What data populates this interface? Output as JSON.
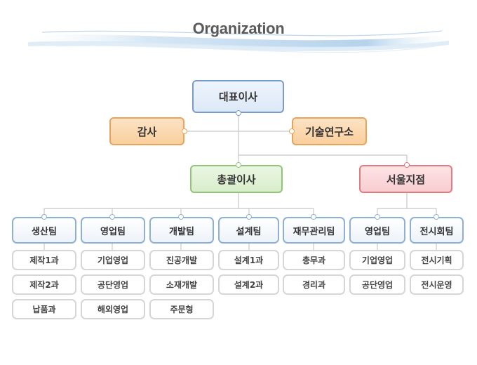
{
  "title": "Organization",
  "ceo": "대표이사",
  "audit": "감사",
  "lab": "기술연구소",
  "general_manager": "총괄이사",
  "seoul_branch": "서울지점",
  "teams": [
    {
      "name": "생산팀",
      "subs": [
        "제작1과",
        "제작2과",
        "납품과"
      ]
    },
    {
      "name": "영업팀",
      "subs": [
        "기업영업",
        "공단영업",
        "해외영업"
      ]
    },
    {
      "name": "개발팀",
      "subs": [
        "진공개발",
        "소재개발",
        "주문형"
      ]
    },
    {
      "name": "설계팀",
      "subs": [
        "설계1과",
        "설계2과"
      ]
    },
    {
      "name": "재무관리팀",
      "subs": [
        "총무과",
        "경리과"
      ]
    },
    {
      "name": "영업팀",
      "subs": [
        "기업영업",
        "공단영업"
      ]
    },
    {
      "name": "전시회팀",
      "subs": [
        "전시기획",
        "전시운영"
      ]
    }
  ],
  "colors": {
    "line": "#c8c8c8",
    "ceo_border": "#7a9cc8",
    "audit_border": "#e8a45a",
    "gm_border": "#93c27a",
    "seoul_border": "#e07b84",
    "team_border": "#8fb0d6",
    "sub_border": "#d6d6d6",
    "title": "#5a5a5a"
  }
}
